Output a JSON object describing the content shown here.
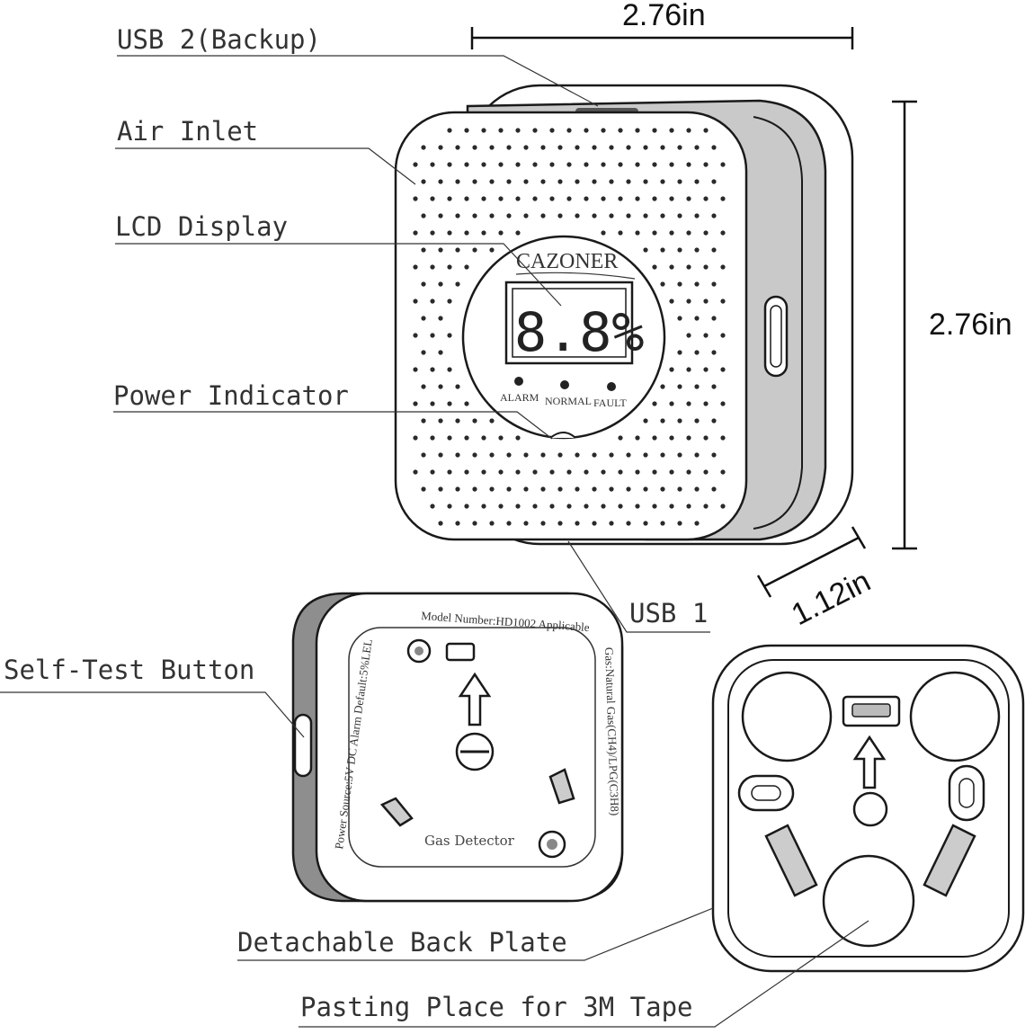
{
  "callouts": {
    "usb2": "USB 2(Backup)",
    "air_inlet": "Air Inlet",
    "lcd_display": "LCD Display",
    "power_indicator": "Power Indicator",
    "usb1": "USB 1",
    "self_test": "Self-Test Button",
    "back_plate": "Detachable Back Plate",
    "pasting": "Pasting Place for 3M Tape"
  },
  "dimensions": {
    "width": "2.76in",
    "height": "2.76in",
    "depth": "1.12in"
  },
  "device": {
    "brand": "CAZONER",
    "lcd_reading": "8.8%",
    "indicators": [
      "ALARM",
      "NORMAL",
      "FAULT"
    ]
  },
  "back": {
    "label": "Gas Detector",
    "text_top": "Model Number:HD1002  Applicable",
    "text_right": "Gas:Natural Gas(CH4)/LPG(C3H8)",
    "text_left": "Power Source:5V DC Alarm Default:5%LEL"
  },
  "colors": {
    "line": "#1a1a1a",
    "shading": "#b8b8b8",
    "background": "#ffffff"
  }
}
